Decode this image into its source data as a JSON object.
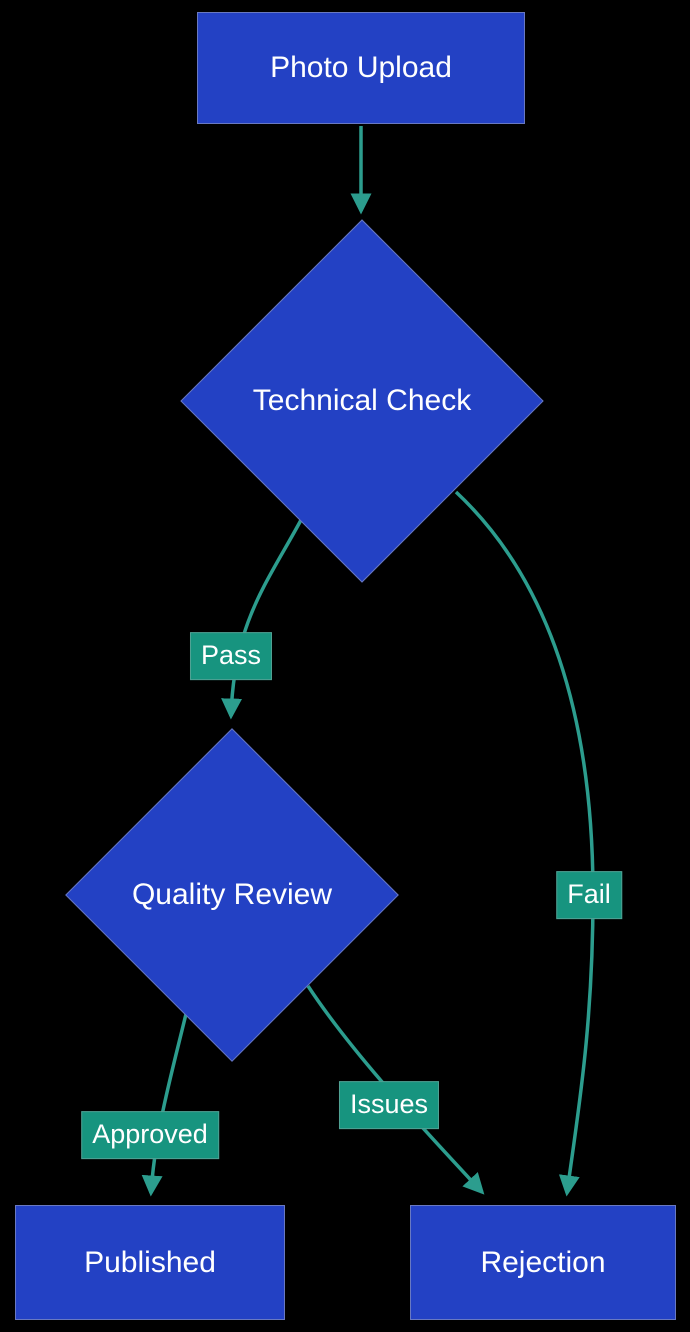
{
  "diagram": {
    "type": "flowchart",
    "direction": "top-down",
    "colors": {
      "background": "#000000",
      "node_fill": "#2341C4",
      "node_text": "#ffffff",
      "edge": "#2C9D8E",
      "edge_label_bg": "#17947F",
      "edge_label_text": "#ffffff"
    },
    "nodes": [
      {
        "id": "photo_upload",
        "label": "Photo Upload",
        "shape": "rectangle"
      },
      {
        "id": "technical_check",
        "label": "Technical Check",
        "shape": "diamond"
      },
      {
        "id": "quality_review",
        "label": "Quality Review",
        "shape": "diamond"
      },
      {
        "id": "published",
        "label": "Published",
        "shape": "rectangle"
      },
      {
        "id": "rejection",
        "label": "Rejection",
        "shape": "rectangle"
      }
    ],
    "edges": [
      {
        "from": "Photo Upload",
        "to": "Technical Check",
        "label": ""
      },
      {
        "from": "Technical Check",
        "to": "Quality Review",
        "label": "Pass"
      },
      {
        "from": "Technical Check",
        "to": "Rejection",
        "label": "Fail"
      },
      {
        "from": "Quality Review",
        "to": "Published",
        "label": "Approved"
      },
      {
        "from": "Quality Review",
        "to": "Rejection",
        "label": "Issues"
      }
    ]
  }
}
